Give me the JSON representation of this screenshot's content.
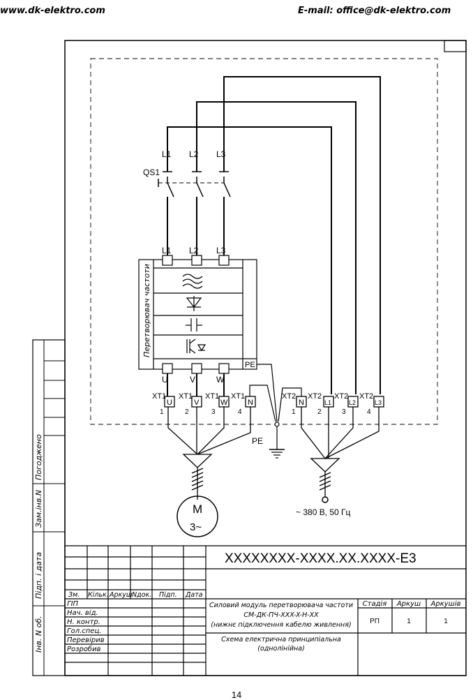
{
  "header": {
    "website": "www.dk-elektro.com",
    "email": "E-mail: office@dk-elektro.com"
  },
  "page_number": "14",
  "schematic": {
    "breaker": "QS1",
    "top_phases": [
      "L1",
      "L2",
      "L3"
    ],
    "vfd_inputs": [
      "L1",
      "L2",
      "L3"
    ],
    "vfd_label": "Перетворювач частоти",
    "vfd_pe": "PE",
    "vfd_outputs": [
      "U",
      "V",
      "W"
    ],
    "xt1": {
      "name": "XT1",
      "terminals": [
        "U",
        "V",
        "W",
        "N"
      ],
      "numbers": [
        "1",
        "2",
        "3",
        "4"
      ]
    },
    "xt2": {
      "name": "XT2",
      "terminals": [
        "N",
        "L1",
        "L2",
        "L3"
      ],
      "numbers": [
        "1",
        "2",
        "3",
        "4"
      ]
    },
    "pe_label": "PE",
    "motor": {
      "symbol": "M",
      "phases": "3~"
    },
    "supply": "~ 380 В, 50 Гц"
  },
  "title_block": {
    "doc_code": "XXXXXXXX-XXXX.XX.XXXX-E3",
    "rev_headers": [
      "Зм.",
      "Кільк.",
      "Аркуш",
      "Nдок.",
      "Підп.",
      "Дата"
    ],
    "roles": [
      "ГІП",
      "Нач. від.",
      "Н. контр.",
      "Гол.спец.",
      "Перевірив",
      "Розробив"
    ],
    "title_line1": "Силовий модуль перетворювача частоти",
    "title_line2": "СМ-ДК-ПЧ-XXX-X-Н-XX",
    "title_line3": "(нижнє підключення кабелю живлення)",
    "subtitle_line1": "Схема електрична принципіальна",
    "subtitle_line2": "(однолінійна)",
    "stage_label": "Стадія",
    "sheet_label": "Аркуш",
    "sheets_label": "Аркушів",
    "stage": "РП",
    "sheet": "1",
    "sheets": "1"
  },
  "side_stamp": [
    "Погоджено",
    "Зам.інв.N",
    "Підп. і дата",
    "Інв. N об."
  ]
}
